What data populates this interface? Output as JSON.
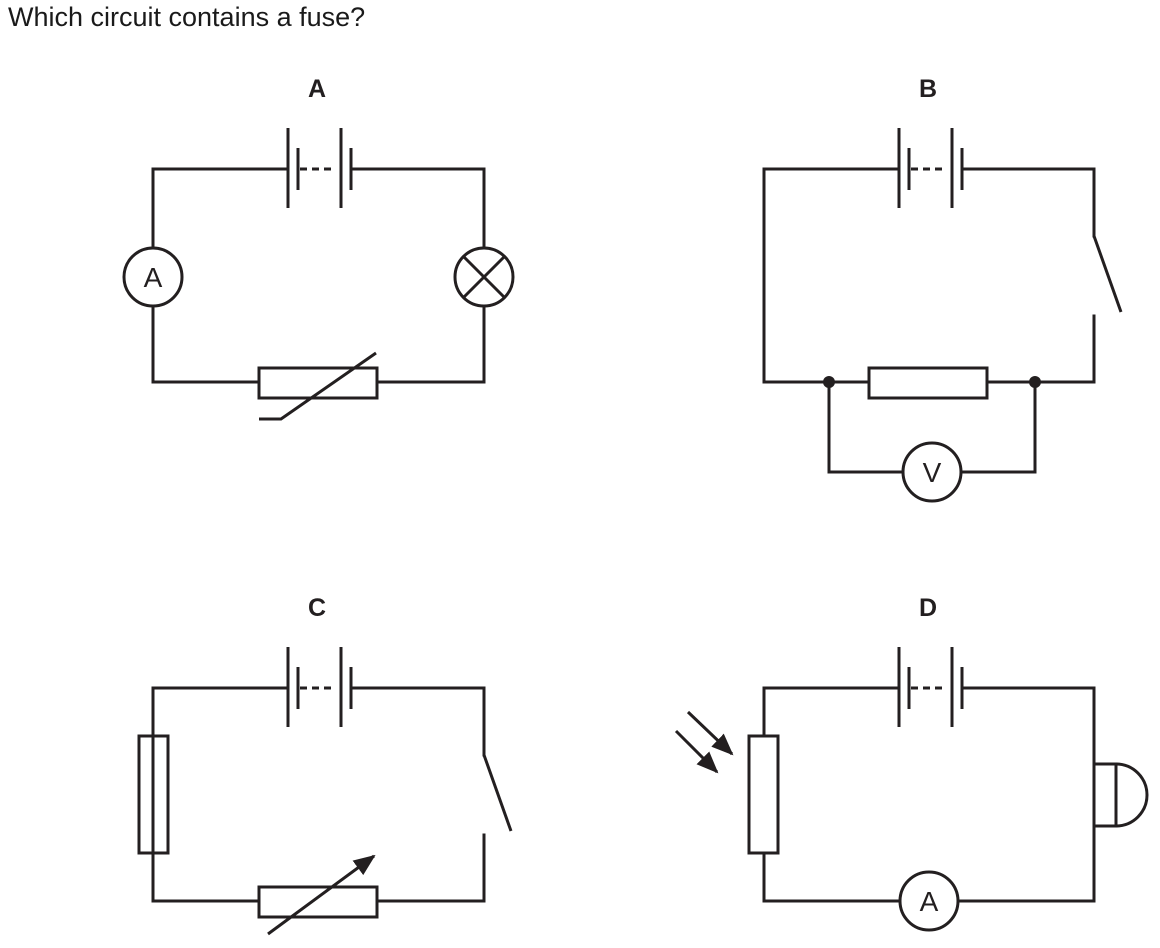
{
  "question": "Which circuit contains a fuse?",
  "options": {
    "a": {
      "label": "A",
      "ammeter_letter": "A"
    },
    "b": {
      "label": "B",
      "voltmeter_letter": "V"
    },
    "c": {
      "label": "C"
    },
    "d": {
      "label": "D",
      "ammeter_letter": "A"
    }
  }
}
